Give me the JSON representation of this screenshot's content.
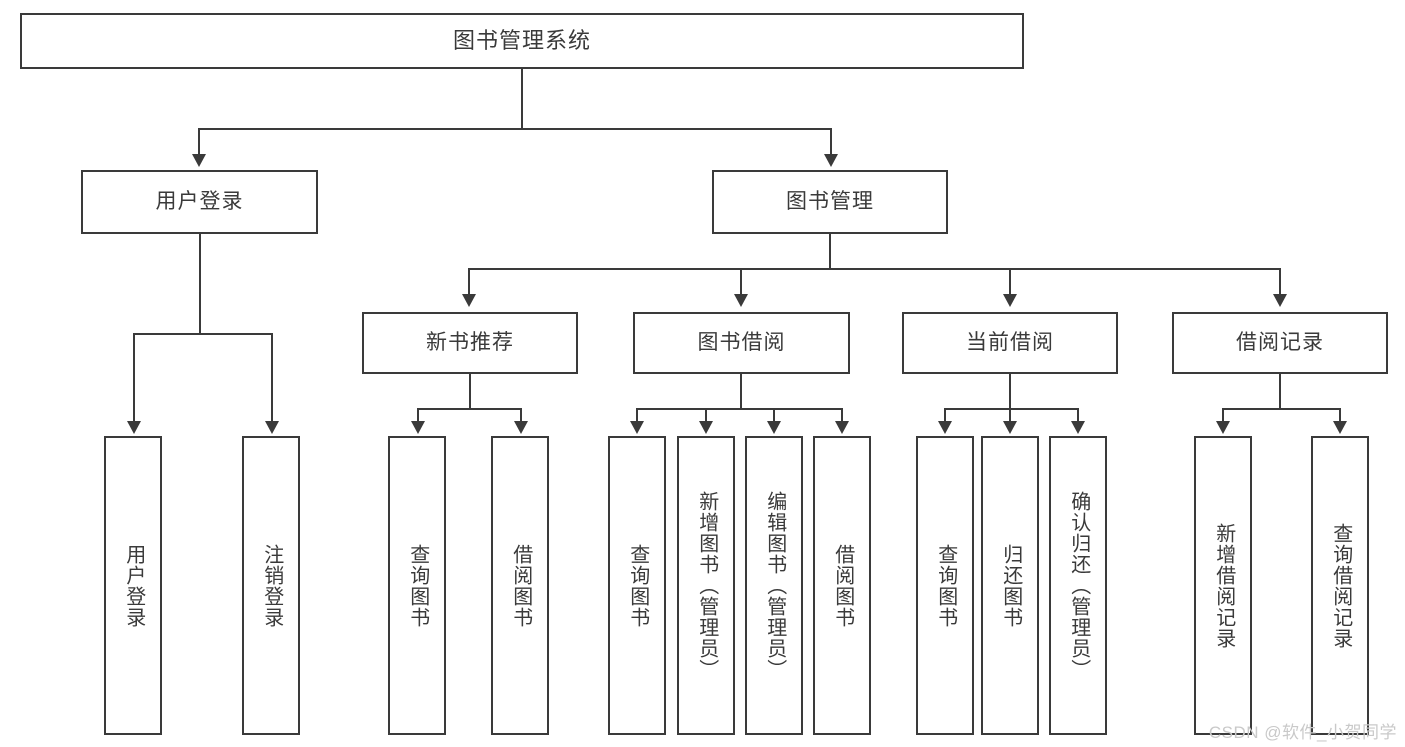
{
  "diagram": {
    "title": "图书管理系统",
    "type": "tree-hierarchy",
    "root": {
      "label": "图书管理系统"
    },
    "level2": [
      {
        "id": "user-login",
        "label": "用户登录"
      },
      {
        "id": "book-manage",
        "label": "图书管理"
      }
    ],
    "level3": [
      {
        "id": "new-book-recommend",
        "label": "新书推荐",
        "parent": "book-manage"
      },
      {
        "id": "book-borrow",
        "label": "图书借阅",
        "parent": "book-manage"
      },
      {
        "id": "current-borrow",
        "label": "当前借阅",
        "parent": "book-manage"
      },
      {
        "id": "borrow-record",
        "label": "借阅记录",
        "parent": "book-manage"
      }
    ],
    "leaves": {
      "user_login": [
        {
          "id": "leaf-user-login",
          "label": "用户登录"
        },
        {
          "id": "leaf-logout-login",
          "label": "注销登录"
        }
      ],
      "new_book_recommend": [
        {
          "id": "leaf-query-book-1",
          "label": "查询图书"
        },
        {
          "id": "leaf-borrow-book-1",
          "label": "借阅图书"
        }
      ],
      "book_borrow": [
        {
          "id": "leaf-query-book-2",
          "label": "查询图书"
        },
        {
          "id": "leaf-add-book",
          "label": "新增图书（管理员）"
        },
        {
          "id": "leaf-edit-book",
          "label": "编辑图书（管理员）"
        },
        {
          "id": "leaf-borrow-book-2",
          "label": "借阅图书"
        }
      ],
      "current_borrow": [
        {
          "id": "leaf-query-book-3",
          "label": "查询图书"
        },
        {
          "id": "leaf-return-book",
          "label": "归还图书"
        },
        {
          "id": "leaf-confirm-return",
          "label": "确认归还（管理员）"
        }
      ],
      "borrow_record": [
        {
          "id": "leaf-add-record",
          "label": "新增借阅记录"
        },
        {
          "id": "leaf-query-record",
          "label": "查询借阅记录"
        }
      ]
    }
  },
  "watermark": {
    "text": "CSDN @软件_小贺同学"
  },
  "colors": {
    "stroke": "#3a3a3a",
    "text": "#3a3a3a",
    "background": "#ffffff",
    "watermark": "#c9c9c9"
  }
}
